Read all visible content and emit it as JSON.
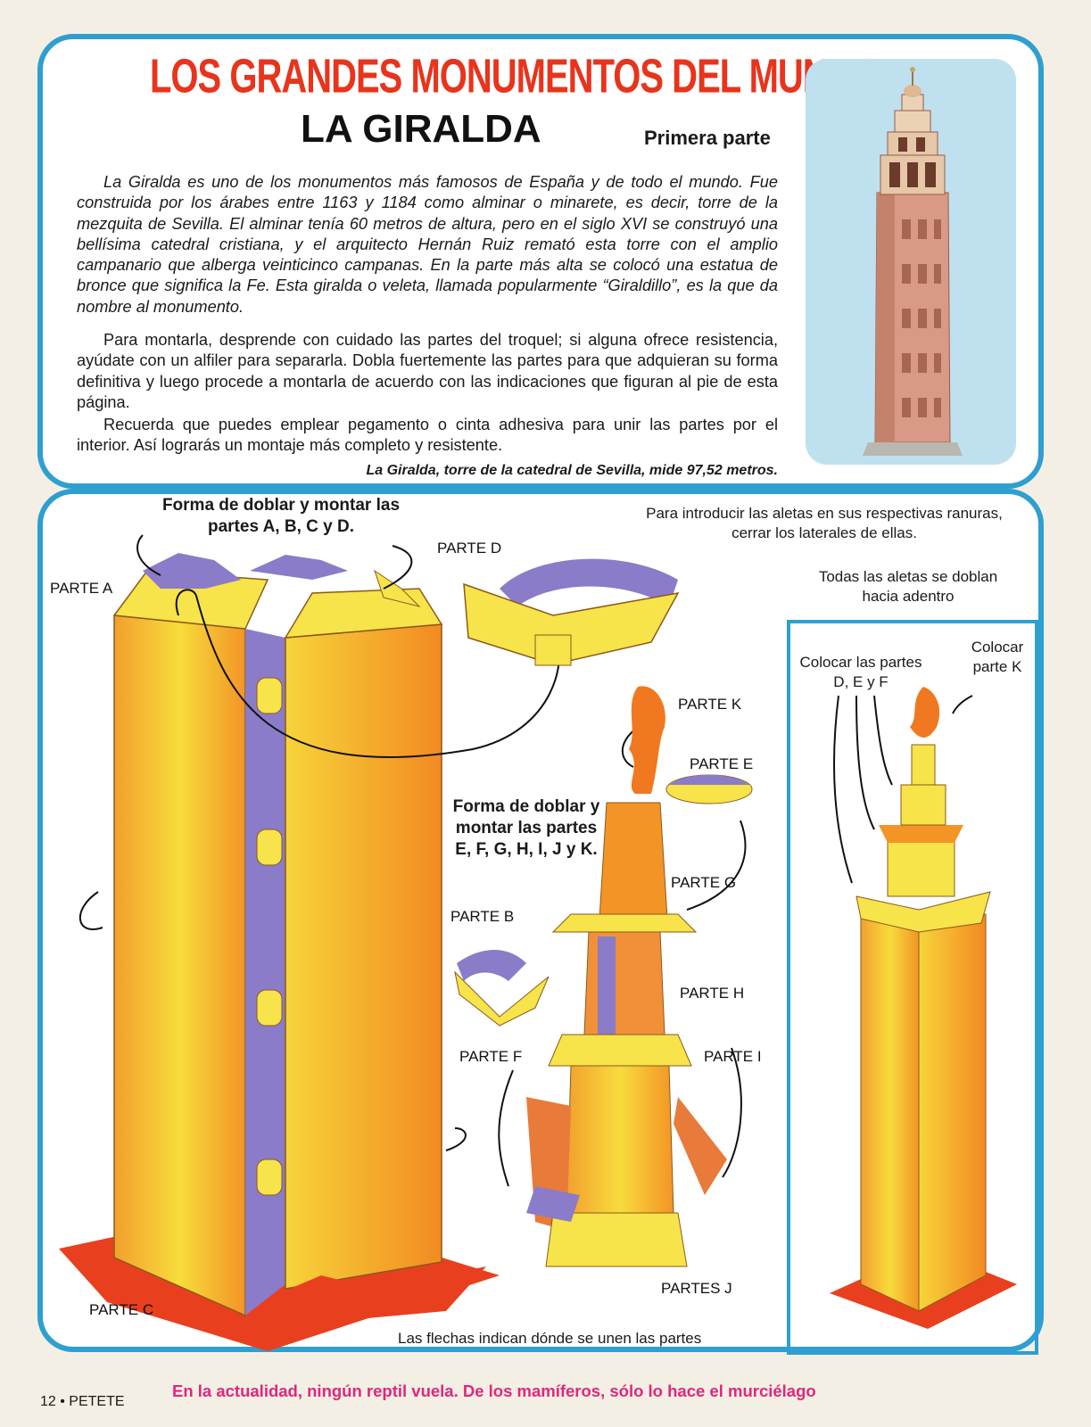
{
  "header": {
    "series_title": "LOS GRANDES MONUMENTOS DEL MUNDO",
    "title": "LA GIRALDA",
    "subtitle": "Primera parte"
  },
  "intro_text": "La Giralda es uno de los monumentos más famosos de España y de todo el mundo. Fue construida por los árabes entre 1163 y 1184 como alminar o minarete, es decir, torre de la mezquita de Sevilla. El alminar tenía 60 metros de altura, pero en el siglo XVI se construyó una bellísima catedral cristiana, y el arquitecto Hernán Ruiz remató esta torre con el amplio campanario que alberga veinticinco campanas. En la parte más alta se colocó una estatua de bronce que significa la Fe. Esta giralda o veleta, llamada popularmente “Giraldillo”, es la que da nombre al monumento.",
  "instructions": [
    "Para montarla, desprende con cuidado las partes del troquel; si alguna ofrece resistencia, ayúdate con un alfiler para separarla. Dobla fuertemente las partes para que adquieran su forma definitiva y luego procede a montarla de acuerdo con las indicaciones que figuran al pie de esta página.",
    "Recuerda que puedes emplear pegamento o cinta adhesiva para unir las partes por el interior. Así lograrás un montaje más completo y resistente."
  ],
  "caption": "La Giralda, torre de la catedral de Sevilla, mide 97,52 metros.",
  "diagram": {
    "heading_abcd": "Forma de doblar y montar las partes A, B, C y D.",
    "heading_efghijk": "Forma de doblar y montar las partes E, F, G, H, I, J y K.",
    "note_aletas": "Para introducir las aletas en sus respectivas ranuras, cerrar los laterales de ellas.",
    "note_todas": "Todas las aletas se doblan hacia adentro",
    "note_flechas": "Las flechas indican dónde se unen las partes",
    "labels": {
      "a": "PARTE A",
      "b": "PARTE B",
      "c": "PARTE C",
      "d": "PARTE D",
      "e": "PARTE E",
      "f": "PARTE F",
      "g": "PARTE G",
      "h": "PARTE H",
      "i": "PARTE I",
      "j": "PARTES J",
      "k": "PARTE K"
    },
    "inset_labels": {
      "def": "Colocar las partes D, E y F",
      "k": "Colocar parte K"
    }
  },
  "footer": {
    "page": "12 • PETETE",
    "fact": "En la actualidad, ningún reptil vuela. De los mamíferos, sólo lo hace el murciélago"
  },
  "colors": {
    "frame_blue": "#2e9fd0",
    "title_red": "#e8341c",
    "fact_pink": "#e2267c",
    "part_yellow": "#f7e34a",
    "part_orange": "#f39a2b",
    "part_purple": "#8a7cc8",
    "base_red": "#e8401e"
  }
}
